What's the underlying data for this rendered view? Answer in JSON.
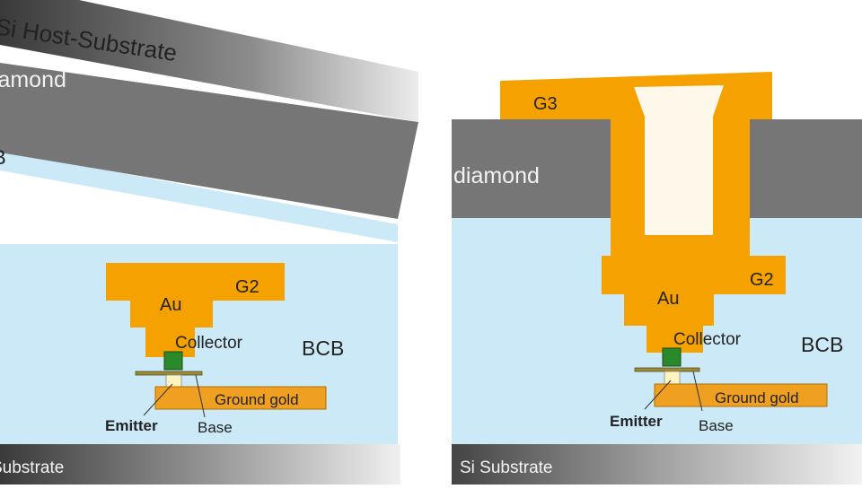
{
  "left_panel": {
    "host_substrate_label": "Si Host-Substrate",
    "diamond_label": "diamond",
    "bcb_layer_label": "B",
    "metal_label": "Au",
    "g2_label": "G2",
    "collector_label": "Collector",
    "bcb_label": "BCB",
    "ground_gold_label": "Ground gold",
    "emitter_label": "Emitter",
    "base_label": "Base",
    "substrate_label": "Substrate"
  },
  "right_panel": {
    "g3_label": "G3",
    "diamond_label": "diamond",
    "g2_label": "G2",
    "metal_label": "Au",
    "collector_label": "Collector",
    "bcb_label": "BCB",
    "ground_gold_label": "Ground gold",
    "emitter_label": "Emitter",
    "base_label": "Base",
    "substrate_label": "Si Substrate"
  },
  "colors": {
    "gold": "#f5a100",
    "ground_gold": "#f0a020",
    "bcb": "#cce9f7",
    "diamond": "#7a7a7a",
    "collector_green": "#2a8a2a",
    "base_bar": "#9a8a3a",
    "emitter_cream": "#fff3c0",
    "text": "#1a1a1a"
  }
}
